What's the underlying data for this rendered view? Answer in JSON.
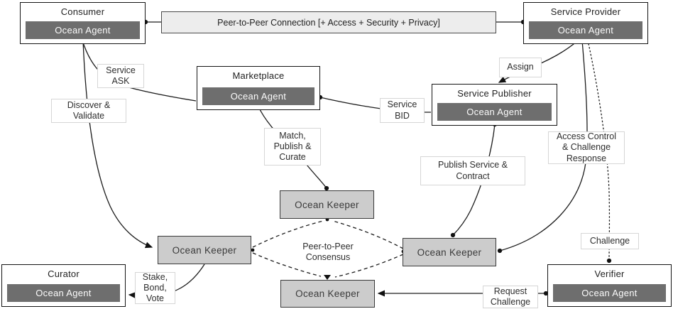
{
  "diagram": {
    "banner": "Peer-to-Peer Connection [+ Access + Security + Privacy]",
    "entities": [
      {
        "id": "consumer",
        "title": "Consumer",
        "agent": "Ocean Agent"
      },
      {
        "id": "service-provider",
        "title": "Service Provider",
        "agent": "Ocean Agent"
      },
      {
        "id": "marketplace",
        "title": "Marketplace",
        "agent": "Ocean Agent"
      },
      {
        "id": "service-publisher",
        "title": "Service Publisher",
        "agent": "Ocean Agent"
      },
      {
        "id": "curator",
        "title": "Curator",
        "agent": "Ocean Agent"
      },
      {
        "id": "verifier",
        "title": "Verifier",
        "agent": "Ocean Agent"
      }
    ],
    "keepers": [
      {
        "id": "keeper-center",
        "label": "Ocean Keeper"
      },
      {
        "id": "keeper-left",
        "label": "Ocean Keeper"
      },
      {
        "id": "keeper-right",
        "label": "Ocean Keeper"
      },
      {
        "id": "keeper-bottom",
        "label": "Ocean Keeper"
      }
    ],
    "labels": [
      {
        "id": "service-ask",
        "lines": [
          "Service",
          "ASK"
        ]
      },
      {
        "id": "discover-validate",
        "lines": [
          "Discover &",
          "Validate"
        ]
      },
      {
        "id": "match-publish-curate",
        "lines": [
          "Match,",
          "Publish &",
          "Curate"
        ]
      },
      {
        "id": "service-bid",
        "lines": [
          "Service",
          "BID"
        ]
      },
      {
        "id": "assign",
        "lines": [
          "Assign"
        ]
      },
      {
        "id": "publish-service-contract",
        "lines": [
          "Publish Service &",
          "Contract"
        ]
      },
      {
        "id": "access-control-challenge-response",
        "lines": [
          "Access Control",
          "& Challenge",
          "Response"
        ]
      },
      {
        "id": "peer-to-peer-consensus",
        "lines": [
          "Peer-to-Peer",
          "Consensus"
        ]
      },
      {
        "id": "stake-bond-vote",
        "lines": [
          "Stake,",
          "Bond,",
          "Vote"
        ]
      },
      {
        "id": "challenge",
        "lines": [
          "Challenge"
        ]
      },
      {
        "id": "request-challenge",
        "lines": [
          "Request",
          "Challenge"
        ]
      }
    ],
    "colors": {
      "agent_bg": "#6e6e6e",
      "keeper_bg": "#cccccc",
      "banner_bg": "#ededed",
      "line": "#1c1c1c"
    }
  }
}
